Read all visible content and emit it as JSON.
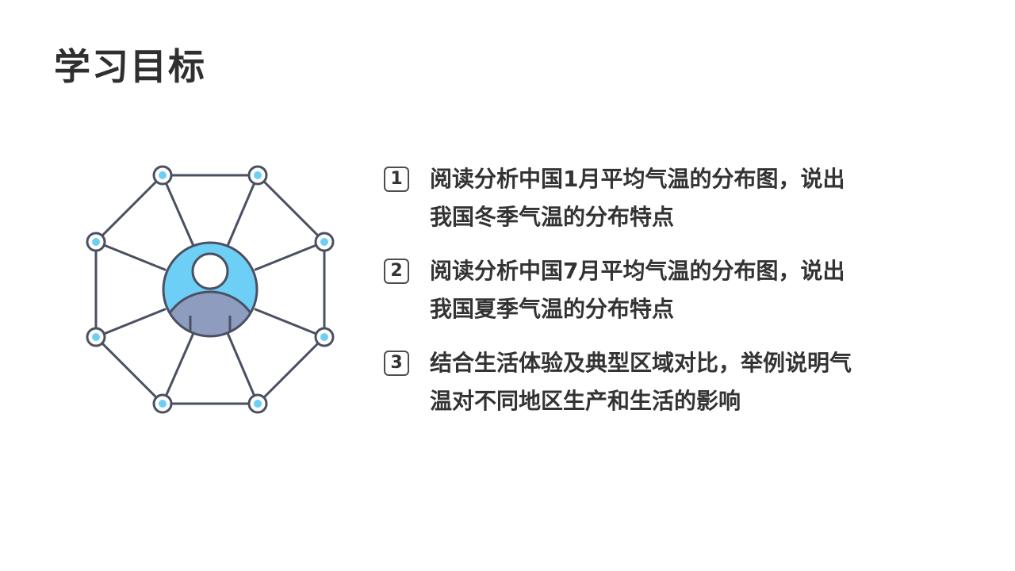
{
  "title": "学习目标",
  "objectives": [
    {
      "number": "1",
      "text": "阅读分析中国1月平均气温的分布图，说出\n我国冬季气温的分布特点"
    },
    {
      "number": "2",
      "text": "阅读分析中国7月平均气温的分布图，说出\n我国夏季气温的分布特点"
    },
    {
      "number": "3",
      "text": "结合生活体验及典型区域对比，举例说明气\n温对不同地区生产和生活的影响"
    }
  ],
  "colors": {
    "title": "#2f2f2f",
    "text": "#333333",
    "outline": "#4a5062",
    "avatar_bg": "#6dcff6",
    "avatar_body": "#8e9cbf",
    "node_dot": "#6dcff6"
  },
  "illustration": {
    "icon": "user-network-icon"
  }
}
